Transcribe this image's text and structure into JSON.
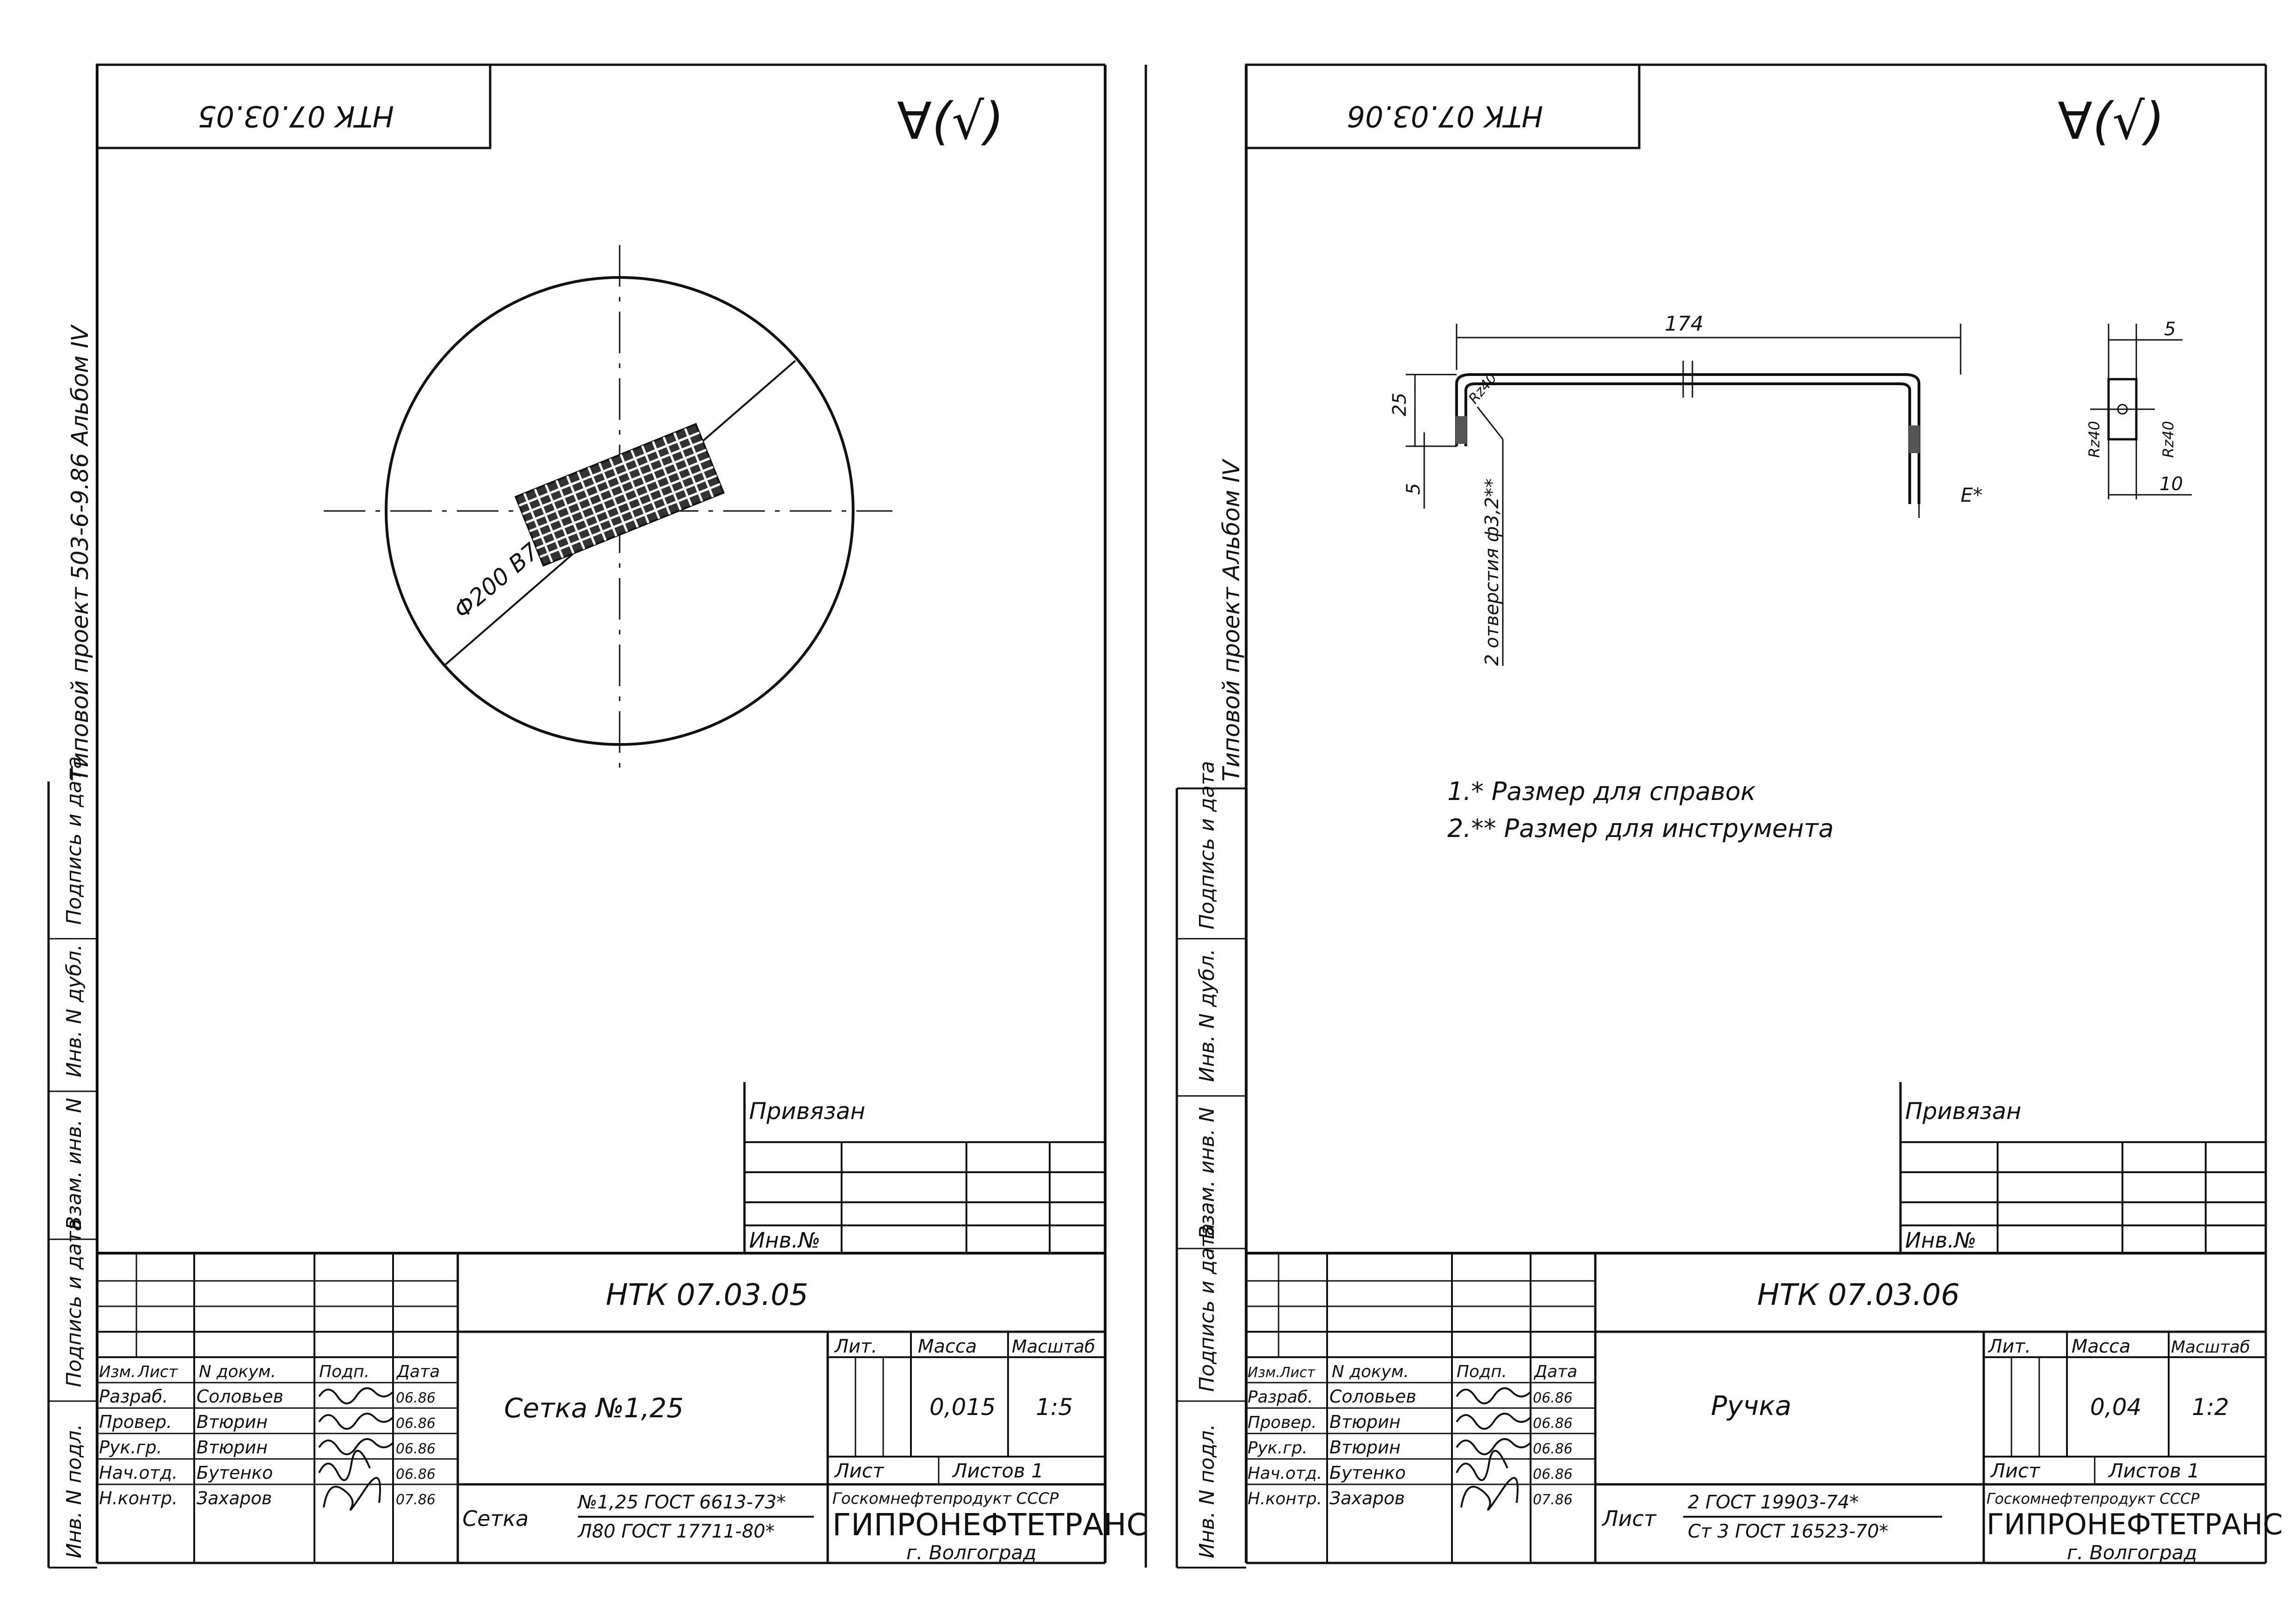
{
  "sheets": [
    {
      "code_box": "НТК 07.03.05",
      "roughness": "∀(√)",
      "side_label": "Типовой проект 503-6-9.86 Альбом IV",
      "drawing": {
        "diameter_label": "Ф200 В7"
      },
      "notes": [],
      "privyazan": "Привязан",
      "inv_no": "Инв.№",
      "doc_code": "НТК 07.03.05",
      "part_name": "Сетка №1,25",
      "headers": {
        "lit": "Лит.",
        "massa": "Масса",
        "masshtab": "Масштаб"
      },
      "mass_value": "0,015",
      "scale_value": "1:5",
      "sheet_label": "Лист",
      "sheets_label": "Листов 1",
      "org_ministry": "Госкомнефтепродукт СССР",
      "org_name": "ГИПРОНЕФТЕТРАНС",
      "org_city": "г. Волгоград",
      "material_prefix": "Сетка",
      "material_line1": "№1,25 ГОСТ 6613-73*",
      "material_line2": "Л80 ГОСТ 17711-80*",
      "stamp_headers": [
        "Изм.",
        "Лист",
        "N докум.",
        "Подп.",
        "Дата"
      ],
      "stamp_rows": [
        {
          "role": "Разраб.",
          "name": "Соловьев",
          "date": "06.86"
        },
        {
          "role": "Провер.",
          "name": "Втюрин",
          "date": "06.86"
        },
        {
          "role": "Рук.гр.",
          "name": "Втюрин",
          "date": "06.86"
        },
        {
          "role": "Нач.отд.",
          "name": "Бутенко",
          "date": "06.86"
        },
        {
          "role": "Н.контр.",
          "name": "Захаров",
          "date": "07.86"
        }
      ]
    },
    {
      "code_box": "НТК 07.03.06",
      "roughness": "∀(√)",
      "side_label": "Типовой проект Альбом IV",
      "drawing": {
        "dim_174": "174",
        "dim_25": "25",
        "dim_5": "5",
        "rz40": "Rz40",
        "holes": "2 отверстия ф3,2**",
        "e_star": "Е*",
        "dim_5b": "5",
        "dim_10": "10",
        "rz40a": "Rz40",
        "rz40b": "Rz40"
      },
      "notes": [
        "1.* Размер для справок",
        "2.** Размер для инструмента"
      ],
      "privyazan": "Привязан",
      "inv_no": "Инв.№",
      "doc_code": "НТК 07.03.06",
      "part_name": "Ручка",
      "headers": {
        "lit": "Лит.",
        "massa": "Масса",
        "masshtab": "Масштаб"
      },
      "mass_value": "0,04",
      "scale_value": "1:2",
      "sheet_label": "Лист",
      "sheets_label": "Листов 1",
      "org_ministry": "Госкомнефтепродукт СССР",
      "org_name": "ГИПРОНЕФТЕТРАНС",
      "org_city": "г. Волгоград",
      "material_prefix": "Лист",
      "material_line1": "2 ГОСТ 19903-74*",
      "material_line2": "Ст 3 ГОСТ 16523-70*",
      "stamp_headers": [
        "Изм.",
        "Лист",
        "N докум.",
        "Подп.",
        "Дата"
      ],
      "stamp_rows": [
        {
          "role": "Разраб.",
          "name": "Соловьев",
          "date": "06.86"
        },
        {
          "role": "Провер.",
          "name": "Втюрин",
          "date": "06.86"
        },
        {
          "role": "Рук.гр.",
          "name": "Втюрин",
          "date": "06.86"
        },
        {
          "role": "Нач.отд.",
          "name": "Бутенко",
          "date": "06.86"
        },
        {
          "role": "Н.контр.",
          "name": "Захаров",
          "date": "07.86"
        }
      ]
    }
  ],
  "margin_labels": [
    "Подпись и дата",
    "Инв. N дубл.",
    "Взам. инв. N",
    "Подпись и дата",
    "Инв. N подл."
  ]
}
